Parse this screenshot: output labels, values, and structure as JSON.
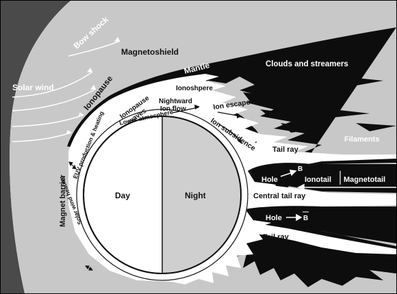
{
  "labels": {
    "bow_shock": "Bow shock",
    "magnetoshield": "Magnetoshield",
    "solar_wind": "Solar wind",
    "ionopause": "Ionopause",
    "mantle": "Mantle",
    "clouds_and_streamers": "Clouds and streamers",
    "ionopause_waves_1": "Ionopause",
    "ionopause_waves_2": "waves",
    "ionosphere": "Ionoshpere",
    "nightward_1": "Nightward",
    "nightward_2": "Ion flow",
    "ion_escape": "Ion escape",
    "ion_subsidence": "Ion subsidence",
    "lower_atmosphere": "Lower atmosphere",
    "euv": "EUV production & heating",
    "magnet_barrier": "Magnet barrier",
    "solar_wind_heating": "Solar wind heating",
    "day": "Day",
    "night": "Night",
    "tail_ray_upper": "Tail ray",
    "filaments": "Filaments",
    "hole_upper": "Hole",
    "b_vector_upper": "B",
    "ionotail": "Ionotail",
    "magnetotail": "Magnetotail",
    "central_tail_ray": "Central tail ray",
    "hole_lower": "Hole",
    "b_vector_lower": "B",
    "tail_ray_lower": "Tail ray"
  },
  "colors": {
    "solar_wind_region": "#4a4a4a",
    "magnetoshield": "#c8c8c8",
    "wake": "#0d0d0d",
    "planet_day": "#ffffff",
    "planet_night": "#cfcfcf"
  }
}
